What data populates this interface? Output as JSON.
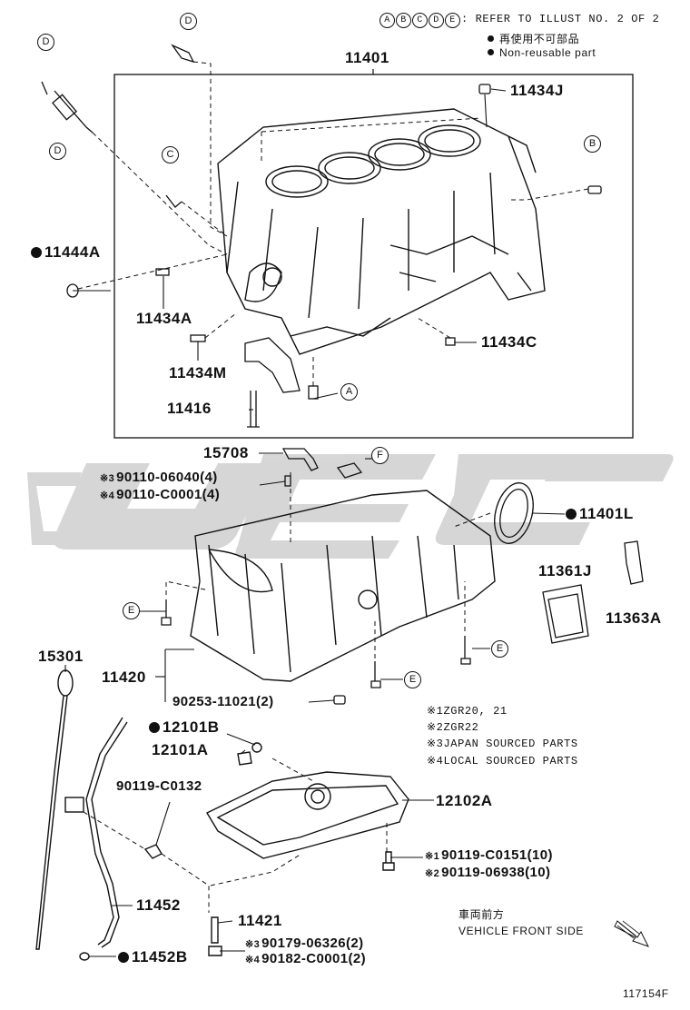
{
  "header": {
    "ref_letters": [
      "A",
      "B",
      "C",
      "D",
      "E"
    ],
    "ref_text": ": REFER TO ILLUST NO. 2 OF 2",
    "nonreusable_jp": "再使用不可部品",
    "nonreusable_en": "Non-reusable part"
  },
  "parts": {
    "p11401": "11401",
    "p11434J": "11434J",
    "p11444A": "11444A",
    "p11434A": "11434A",
    "p11434M": "11434M",
    "p11434C": "11434C",
    "p11416": "11416",
    "p15708": "15708",
    "p90110_06040": "90110-06040(4)",
    "p90110_C0001": "90110-C0001(4)",
    "p11401L": "11401L",
    "p11361J": "11361J",
    "p11363A": "11363A",
    "p15301": "15301",
    "p11420": "11420",
    "p90253": "90253-11021(2)",
    "p12101B": "12101B",
    "p12101A": "12101A",
    "p90119_C0132": "90119-C0132",
    "p12102A": "12102A",
    "p90119_C0151": "90119-C0151(10)",
    "p90119_06938": "90119-06938(10)",
    "p11452": "11452",
    "p11421": "11421",
    "p90179": "90179-06326(2)",
    "p90182": "90182-C0001(2)",
    "p11452B": "11452B"
  },
  "marks": {
    "m1": "※1",
    "m2": "※2",
    "m3": "※3",
    "m4": "※4"
  },
  "notes": [
    {
      "mark": "※1",
      "text": "ZGR20, 21"
    },
    {
      "mark": "※2",
      "text": "ZGR22"
    },
    {
      "mark": "※3",
      "text": "JAPAN SOURCED PARTS"
    },
    {
      "mark": "※4",
      "text": "LOCAL SOURCED PARTS"
    }
  ],
  "callouts": {
    "D": "D",
    "C": "C",
    "B": "B",
    "A": "A",
    "E": "E",
    "F": "F"
  },
  "front": {
    "jp": "車両前方",
    "en": "VEHICLE FRONT SIDE"
  },
  "illust_no": "117154F",
  "watermark_text": "ujec"
}
